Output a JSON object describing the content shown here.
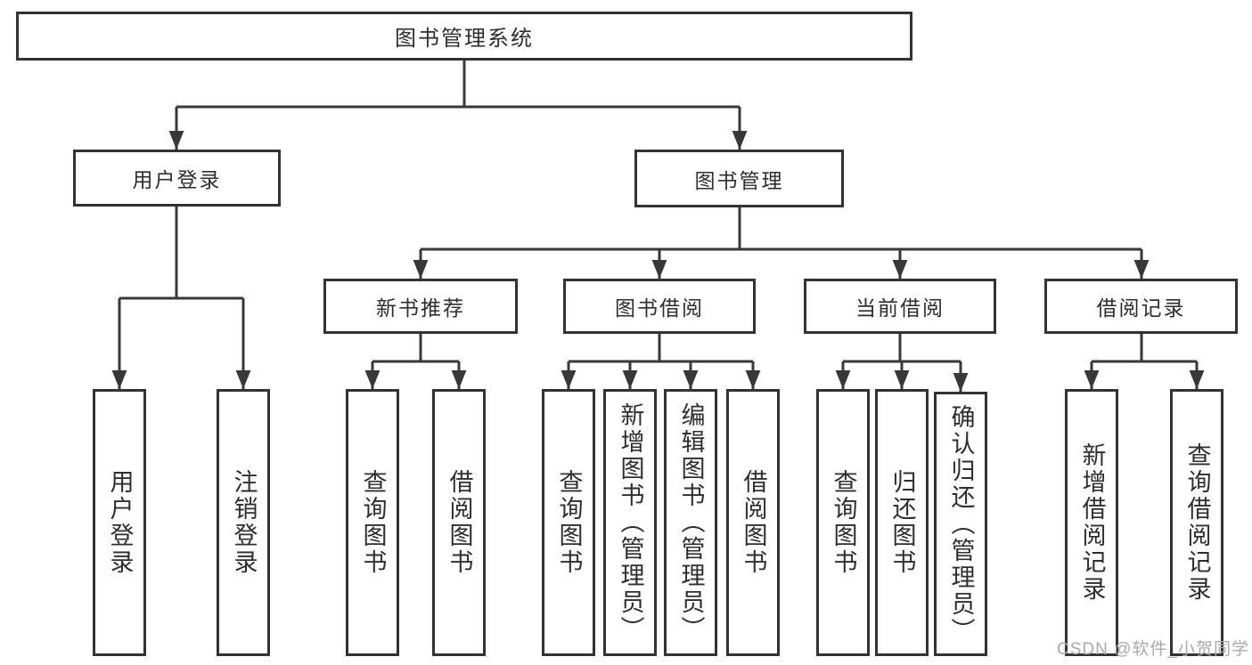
{
  "colors": {
    "line": "#383838",
    "box_border": "#333333",
    "text": "#2e2e2e",
    "watermark": "#a9a9a9",
    "background": "#ffffff"
  },
  "tree": {
    "root": {
      "label": "图书管理系统"
    },
    "branches": [
      {
        "label": "用户登录",
        "children": [
          {
            "label": "用户登录"
          },
          {
            "label": "注销登录"
          }
        ]
      },
      {
        "label": "图书管理",
        "children": [
          {
            "label": "新书推荐",
            "children": [
              {
                "label": "查询图书"
              },
              {
                "label": "借阅图书"
              }
            ]
          },
          {
            "label": "图书借阅",
            "children": [
              {
                "label": "查询图书"
              },
              {
                "label": "新增图书（管理员）"
              },
              {
                "label": "编辑图书（管理员）"
              },
              {
                "label": "借阅图书"
              }
            ]
          },
          {
            "label": "当前借阅",
            "children": [
              {
                "label": "查询图书"
              },
              {
                "label": "归还图书"
              },
              {
                "label": "确认归还（管理员）"
              }
            ]
          },
          {
            "label": "借阅记录",
            "children": [
              {
                "label": "新增借阅记录"
              },
              {
                "label": "查询借阅记录"
              }
            ]
          }
        ]
      }
    ]
  },
  "watermark": {
    "text": "CSDN @软件_小贺同学"
  }
}
